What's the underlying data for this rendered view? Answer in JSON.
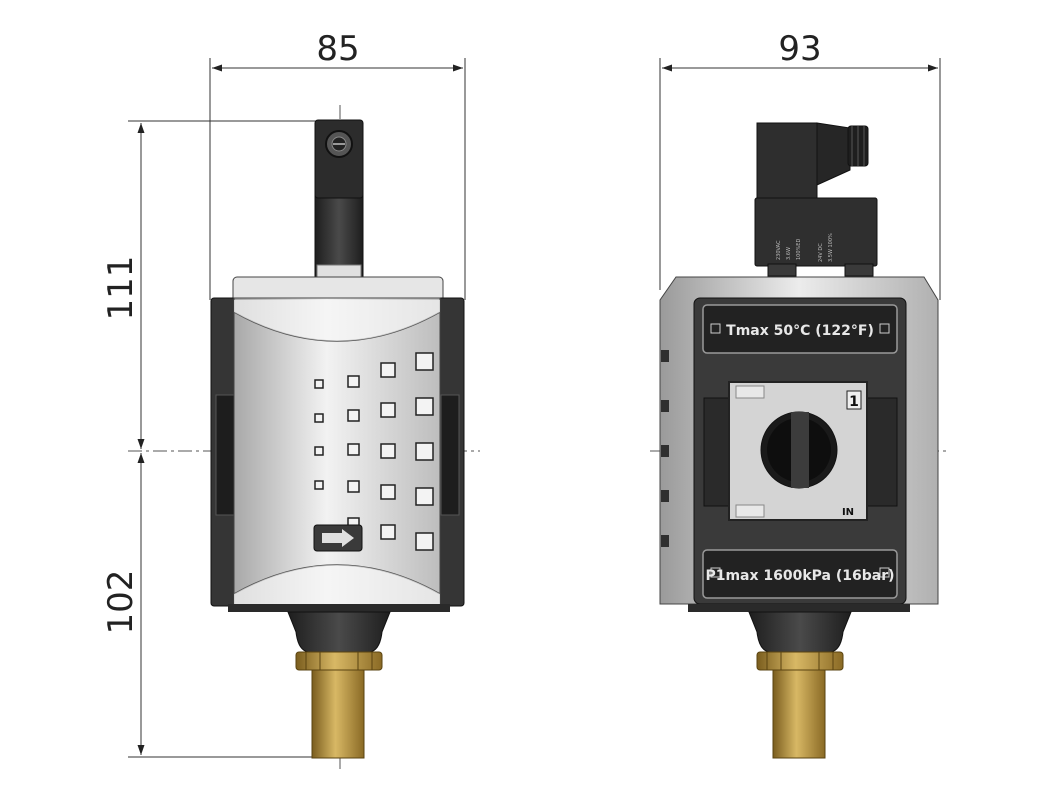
{
  "dimensions": {
    "front_width": "85",
    "side_width": "93",
    "height_top": "111",
    "height_bottom": "102"
  },
  "side_view": {
    "label_top": "Tmax 50°C (122°F)",
    "label_bottom": "P1max 1600kPa (16bar)",
    "port_number": "1",
    "port_code": "IN"
  },
  "colors": {
    "housing_dark": "#3a3a3a",
    "housing_light": "#d6d6d6",
    "brass": "#b08a3a",
    "line": "#333333"
  }
}
